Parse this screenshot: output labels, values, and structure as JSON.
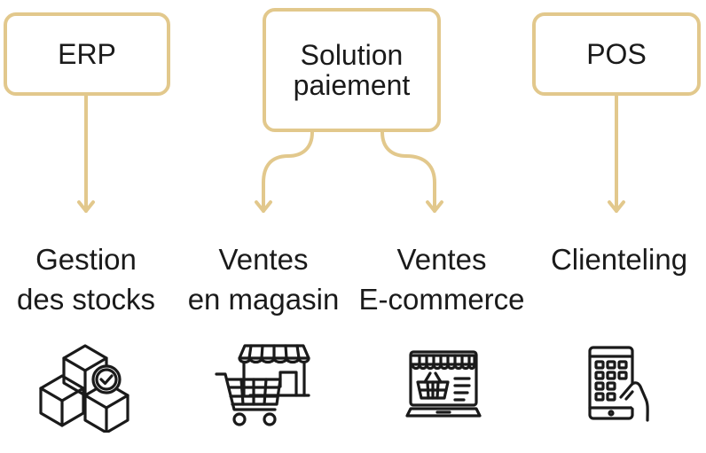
{
  "colors": {
    "accent": "#e2c88c",
    "text": "#1a1a1a"
  },
  "boxes": {
    "erp": "ERP",
    "payment_line1": "Solution",
    "payment_line2": "paiement",
    "pos": "POS"
  },
  "labels": {
    "stock_line1": "Gestion",
    "stock_line2": "des stocks",
    "store_line1": "Ventes",
    "store_line2": "en magasin",
    "ecom_line1": "Ventes",
    "ecom_line2": "E-commerce",
    "clienteling": "Clienteling"
  },
  "icons": [
    "boxes-check-icon",
    "shopping-cart-store-icon",
    "laptop-basket-icon",
    "tablet-hand-icon"
  ]
}
